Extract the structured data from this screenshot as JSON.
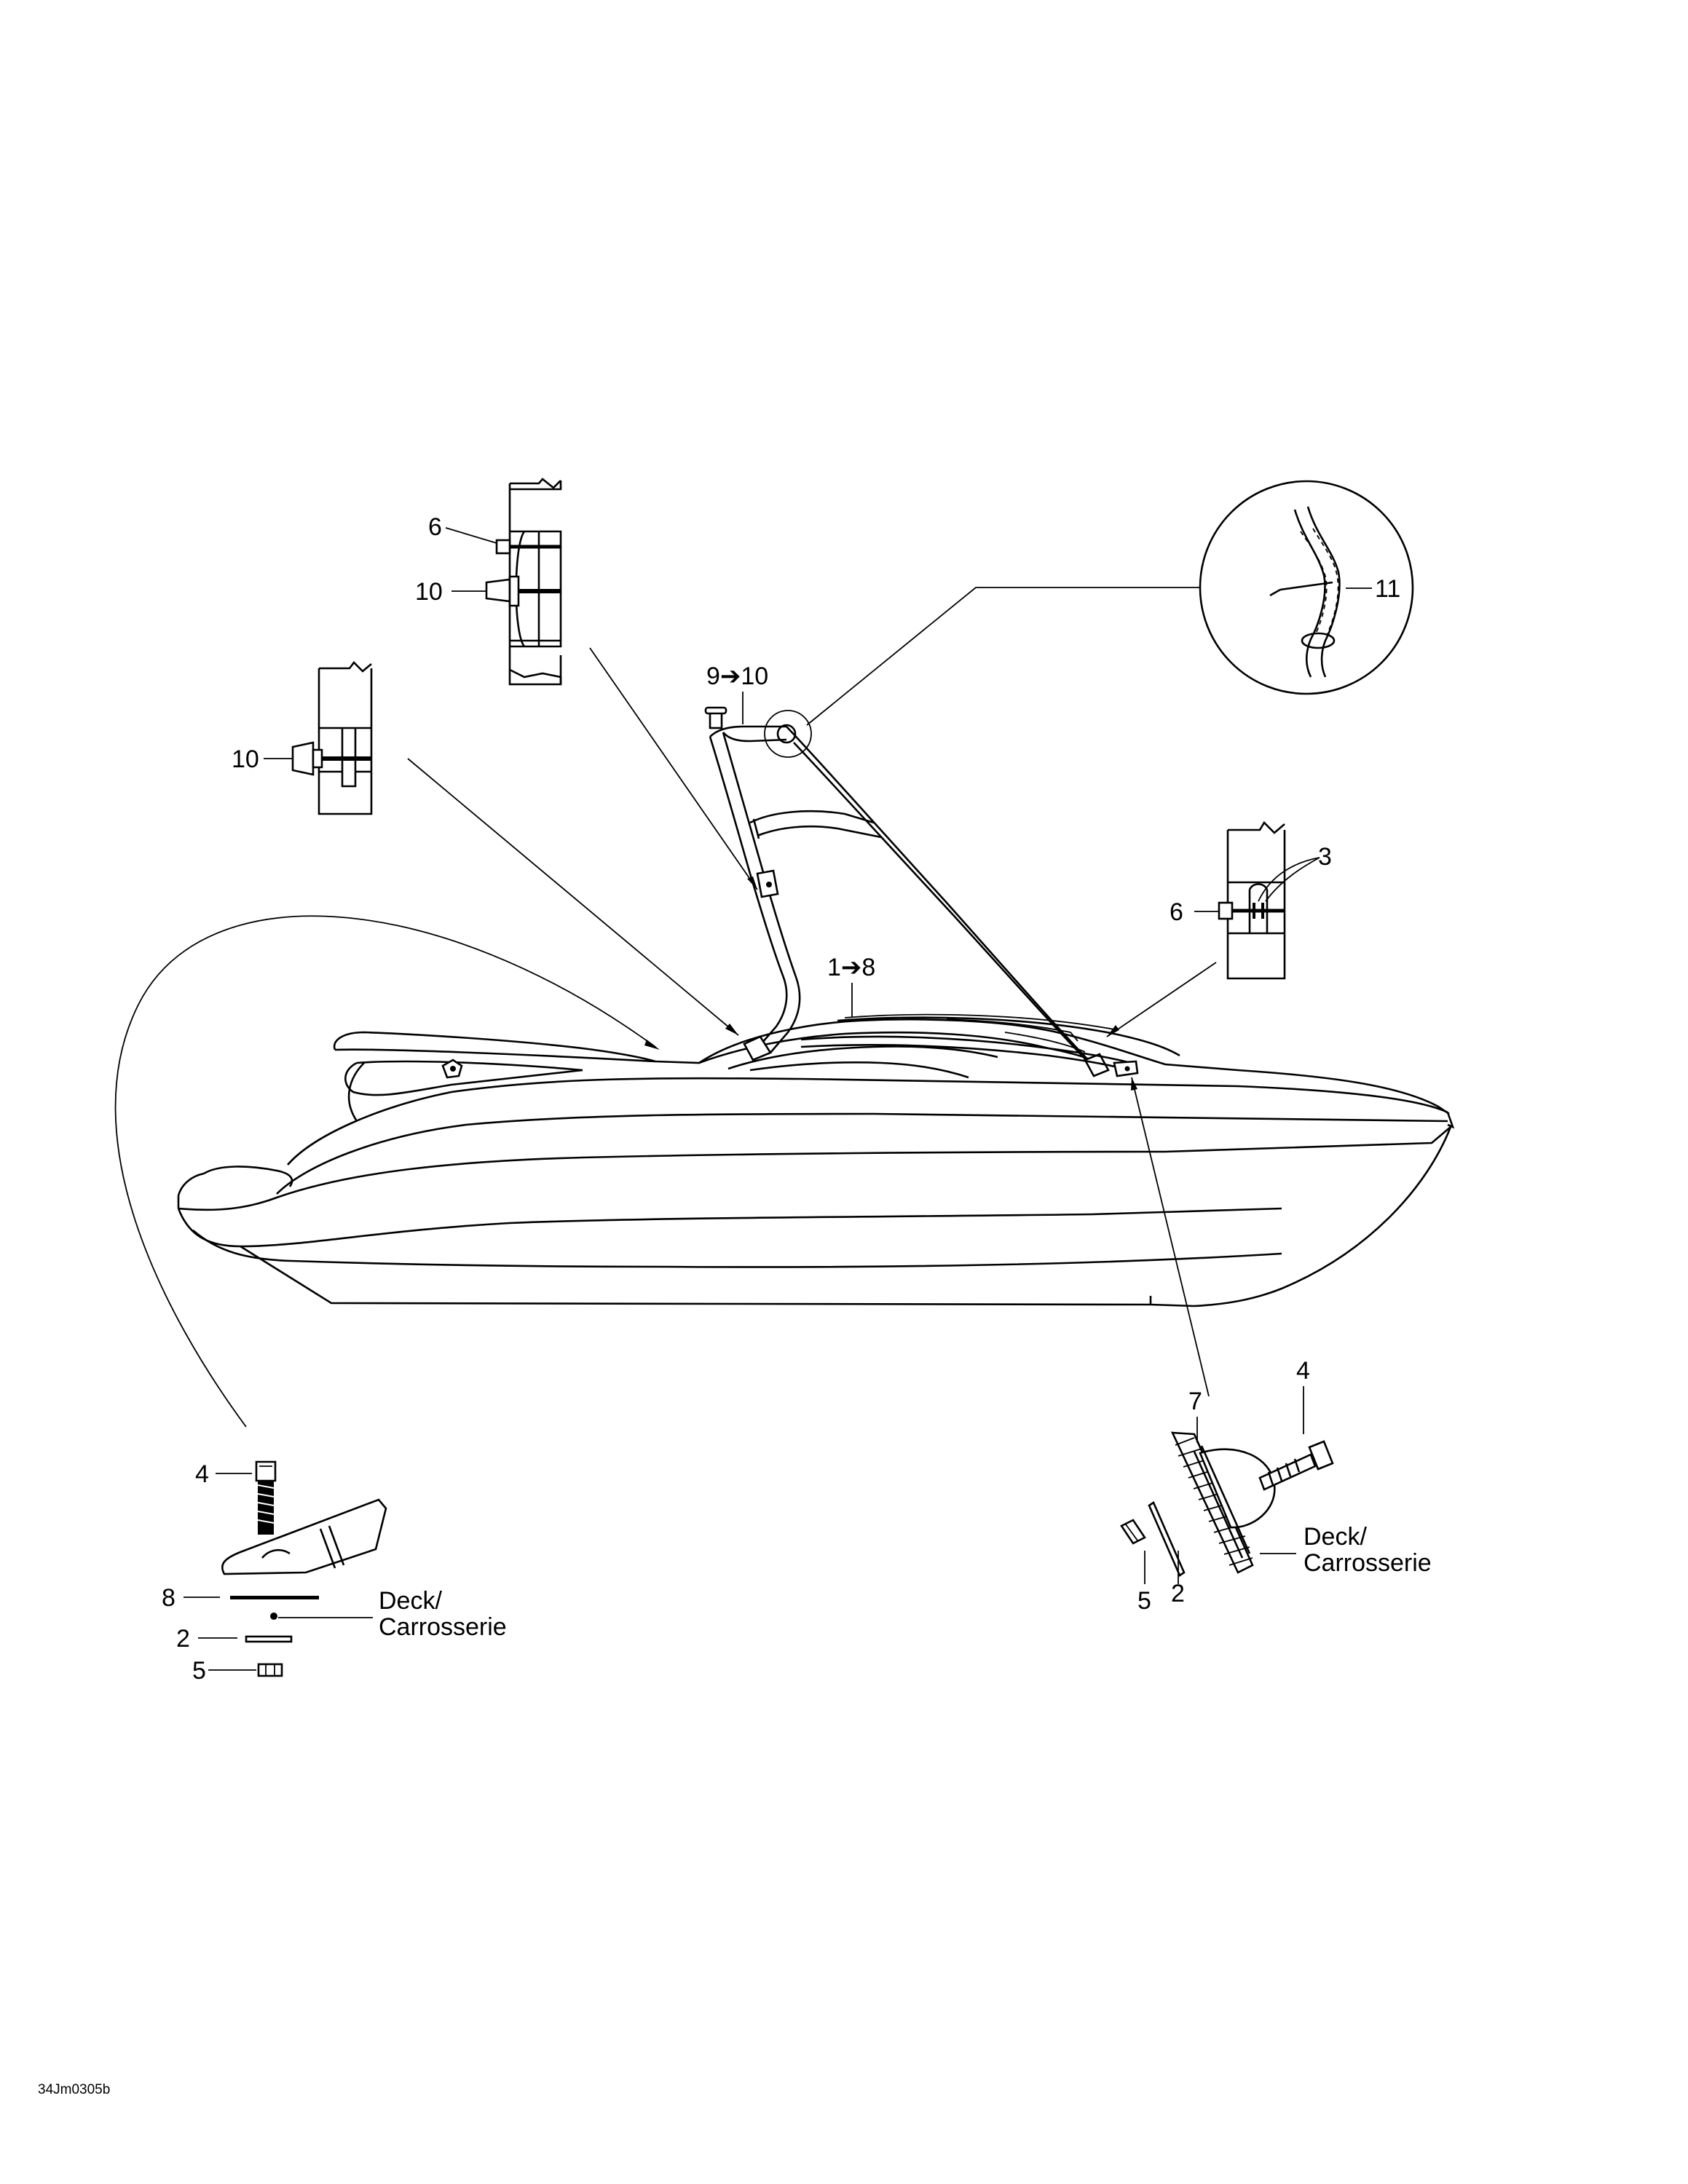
{
  "callouts": {
    "c6_top": "6",
    "c10_top": "10",
    "c9to10": "9➔10",
    "c10_left": "10",
    "c11": "11",
    "c3": "3",
    "c6_right": "6",
    "c1to8": "1➔8",
    "c4_left": "4",
    "c8": "8",
    "c2_left": "2",
    "c5_left": "5",
    "c4_right": "4",
    "c7": "7",
    "c5_right": "5",
    "c2_right": "2"
  },
  "deck_label_left": {
    "line1": "Deck/",
    "line2": "Carrosserie"
  },
  "deck_label_right": {
    "line1": "Deck/",
    "line2": "Carrosserie"
  },
  "figure_code": "34Jm0305b"
}
